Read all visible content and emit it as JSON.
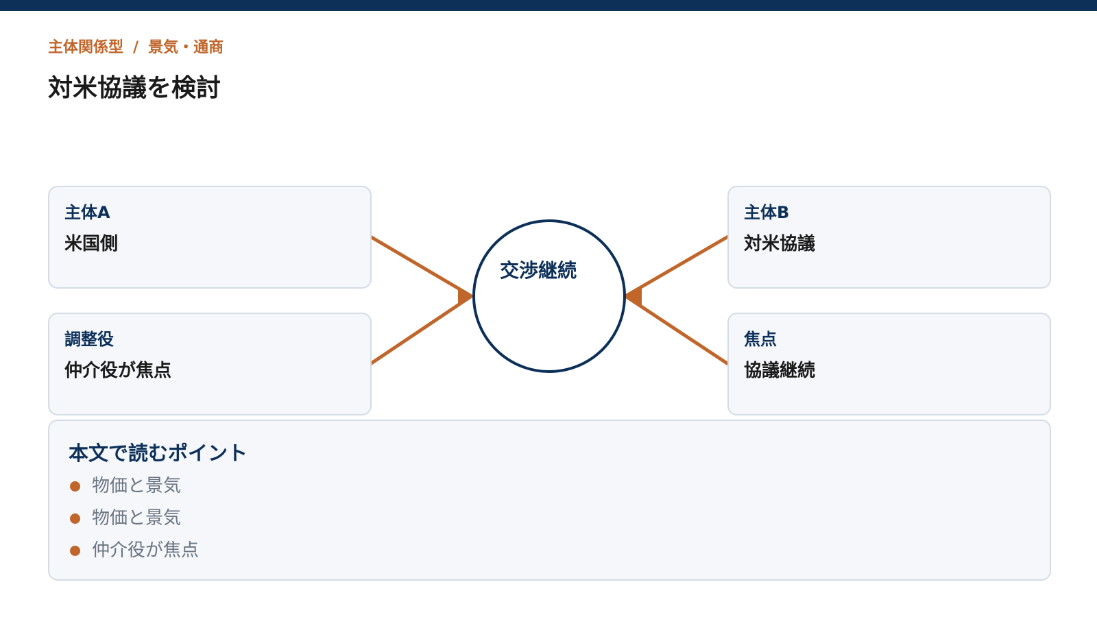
{
  "breadcrumb": {
    "category": "主体関係型",
    "separator": "/",
    "topic": "景気・通商"
  },
  "title": "対米協議を検討",
  "diagram": {
    "center": "交渉継続",
    "top_left": {
      "label": "主体A",
      "value": "米国側"
    },
    "bottom_left": {
      "label": "調整役",
      "value": "仲介役が焦点"
    },
    "top_right": {
      "label": "主体B",
      "value": "対米協議"
    },
    "bottom_right": {
      "label": "焦点",
      "value": "協議継続"
    }
  },
  "points": {
    "title": "本文で読むポイント",
    "items": [
      "物価と景気",
      "物価と景気",
      "仲介役が焦点"
    ]
  },
  "colors": {
    "navy": "#0d3059",
    "accent": "#c0662b",
    "card_bg": "#f5f7fb",
    "card_border": "#d4dce6"
  }
}
